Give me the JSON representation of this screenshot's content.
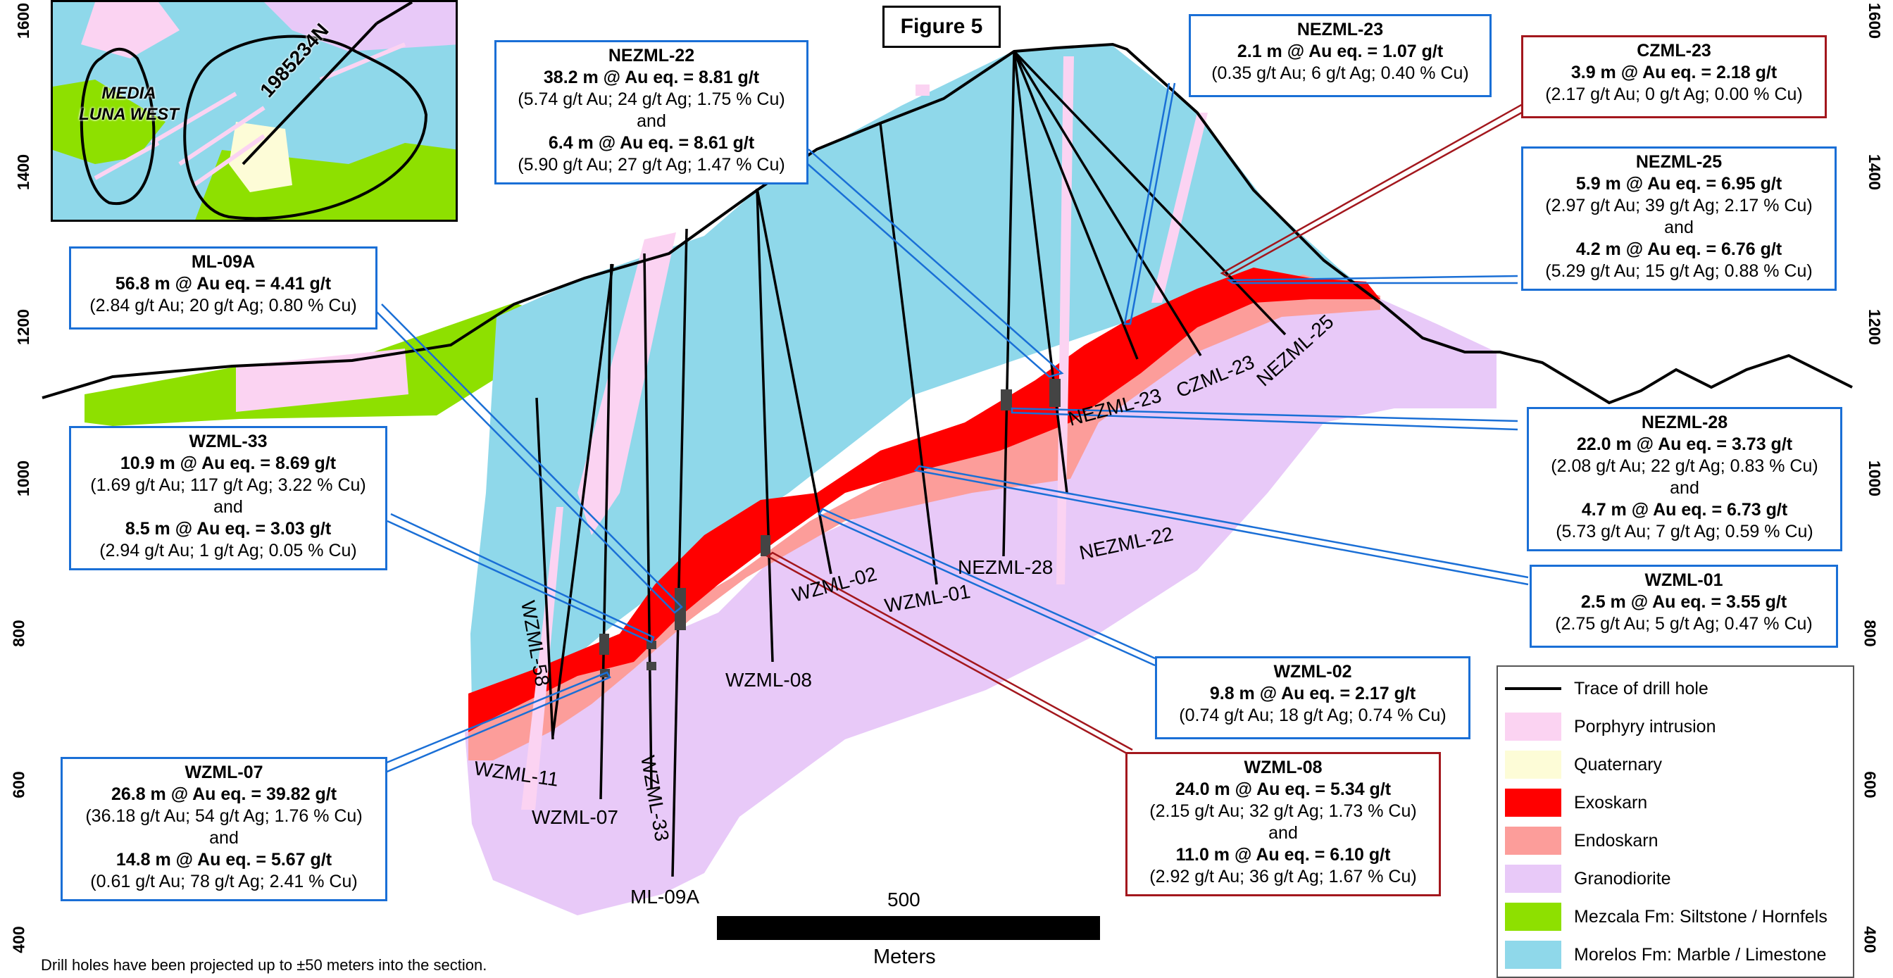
{
  "figure_title": "Figure 5",
  "inset": {
    "label_line1": "MEDIA",
    "label_line2": "LUNA WEST",
    "section_label": "1985234N"
  },
  "elevations_left": [
    "1600",
    "1400",
    "1200",
    "1000",
    "800",
    "600",
    "400"
  ],
  "elevations_right": [
    "1600",
    "1400",
    "1200",
    "1000",
    "800",
    "600",
    "400"
  ],
  "drill_holes": [
    "WZML-58",
    "WZML-11",
    "WZML-07",
    "WZML-33",
    "ML-09A",
    "WZML-08",
    "WZML-02",
    "WZML-01",
    "NEZML-28",
    "NEZML-22",
    "NEZML-23",
    "CZML-23",
    "NEZML-25"
  ],
  "boxes": {
    "nezml22": {
      "title": "NEZML-22",
      "l1": "38.2 m @ Au eq. = 8.81 g/t",
      "l2": "(5.74 g/t Au;  24 g/t Ag;  1.75 % Cu)",
      "and": "and",
      "l3": "6.4 m @ Au eq. = 8.61 g/t",
      "l4": "(5.90 g/t Au;  27 g/t Ag;  1.47 % Cu)"
    },
    "nezml23": {
      "title": "NEZML-23",
      "l1": "2.1 m @ Au eq. = 1.07 g/t",
      "l2": "(0.35 g/t Au;  6 g/t Ag;  0.40 % Cu)"
    },
    "czml23": {
      "title": "CZML-23",
      "l1": "3.9 m @ Au eq. = 2.18 g/t",
      "l2": "(2.17 g/t Au;  0 g/t Ag;  0.00 % Cu)"
    },
    "nezml25": {
      "title": "NEZML-25",
      "l1": "5.9 m @ Au eq. = 6.95 g/t",
      "l2": "(2.97 g/t Au;  39 g/t Ag;  2.17 % Cu)",
      "and": "and",
      "l3": "4.2 m @ Au eq. = 6.76 g/t",
      "l4": "(5.29 g/t Au;  15 g/t Ag;  0.88 % Cu)"
    },
    "ml09a": {
      "title": "ML-09A",
      "l1": "56.8 m @ Au eq. = 4.41 g/t",
      "l2": "(2.84 g/t Au;  20 g/t Ag;  0.80 % Cu)"
    },
    "wzml33": {
      "title": "WZML-33",
      "l1": "10.9 m @ Au eq. = 8.69 g/t",
      "l2": "(1.69 g/t Au;  117 g/t Ag;  3.22 % Cu)",
      "and": "and",
      "l3": "8.5 m @ Au eq. = 3.03 g/t",
      "l4": "(2.94 g/t Au;  1 g/t Ag;  0.05 % Cu)"
    },
    "nezml28": {
      "title": "NEZML-28",
      "l1": "22.0 m @ Au eq. = 3.73 g/t",
      "l2": "(2.08 g/t Au;  22 g/t Ag;  0.83 % Cu)",
      "and": "and",
      "l3": "4.7 m @ Au eq. = 6.73 g/t",
      "l4": "(5.73 g/t Au;  7 g/t Ag;  0.59 % Cu)"
    },
    "wzml01": {
      "title": "WZML-01",
      "l1": "2.5 m @ Au eq. = 3.55 g/t",
      "l2": "(2.75 g/t Au;  5 g/t Ag;  0.47 % Cu)"
    },
    "wzml02": {
      "title": "WZML-02",
      "l1": "9.8 m @ Au eq. = 2.17 g/t",
      "l2": "(0.74 g/t Au;  18 g/t Ag;  0.74 % Cu)"
    },
    "wzml07": {
      "title": "WZML-07",
      "l1": "26.8 m @ Au eq. = 39.82 g/t",
      "l2": "(36.18 g/t Au;  54 g/t Ag;  1.76 % Cu)",
      "and": "and",
      "l3": "14.8 m @ Au eq. = 5.67 g/t",
      "l4": "(0.61 g/t Au;  78 g/t Ag;  2.41 % Cu)"
    },
    "wzml08": {
      "title": "WZML-08",
      "l1": "24.0 m @ Au eq. = 5.34 g/t",
      "l2": "(2.15 g/t Au;  32 g/t Ag;  1.73 % Cu)",
      "and": "and",
      "l3": "11.0 m @ Au eq. = 6.10 g/t",
      "l4": "(2.92 g/t Au;  36 g/t Ag;  1.67 % Cu)"
    }
  },
  "legend": [
    {
      "label": "Trace of drill hole",
      "color": "#000000",
      "kind": "line"
    },
    {
      "label": "Porphyry intrusion",
      "color": "#fbd3f2",
      "kind": "fill"
    },
    {
      "label": "Quaternary",
      "color": "#fdfcd7",
      "kind": "fill"
    },
    {
      "label": "Exoskarn",
      "color": "#ff0000",
      "kind": "fill"
    },
    {
      "label": "Endoskarn",
      "color": "#fc9d9a",
      "kind": "fill"
    },
    {
      "label": "Granodiorite",
      "color": "#e8c9f8",
      "kind": "fill"
    },
    {
      "label": "Mezcala Fm: Siltstone / Hornfels",
      "color": "#8ee000",
      "kind": "fill"
    },
    {
      "label": "Morelos Fm: Marble / Limestone",
      "color": "#8fd8ea",
      "kind": "fill"
    }
  ],
  "scale": {
    "value": "500",
    "unit": "Meters"
  },
  "footnote": "Drill holes have been projected up to ±50 meters into the section."
}
